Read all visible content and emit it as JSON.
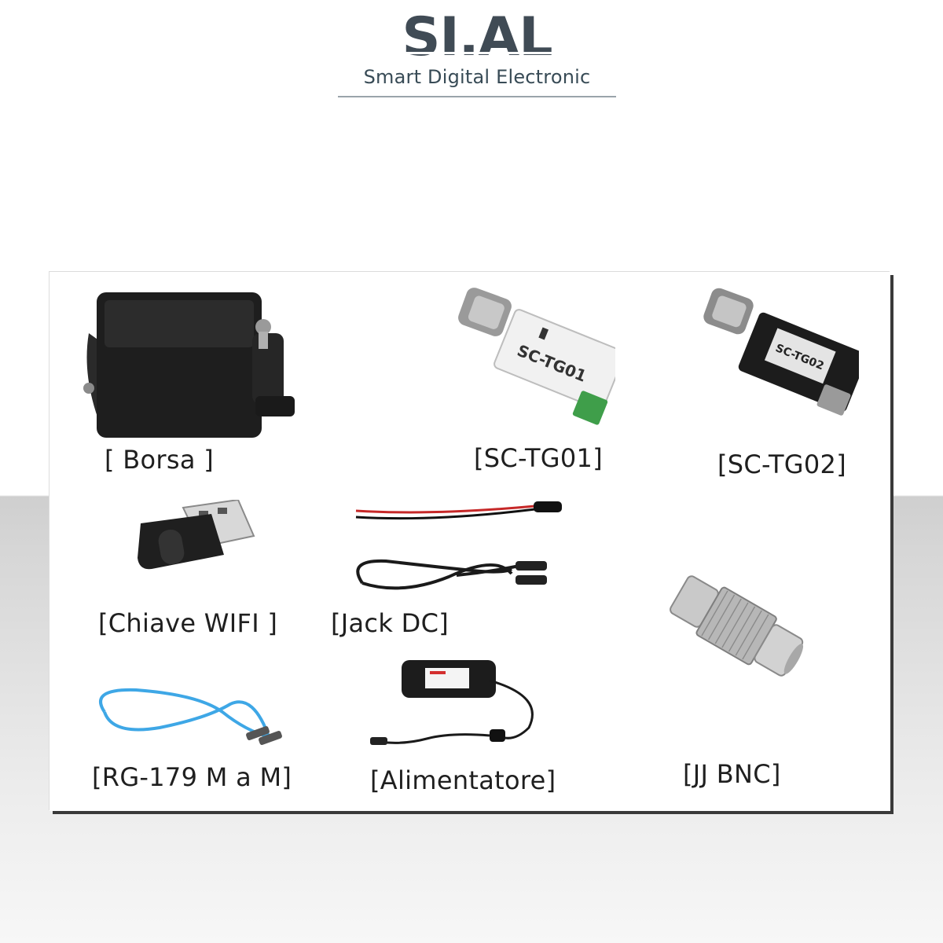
{
  "brand": {
    "name": "SI.AL",
    "tagline": "Smart Digital Electronic",
    "color_dark": "#404b55",
    "color_light": "#5d6d78"
  },
  "accessories": [
    {
      "id": "borsa",
      "label": "[ Borsa ]",
      "icon": "carry-bag-icon"
    },
    {
      "id": "sc-tg01",
      "label": "[SC-TG01]",
      "icon": "bnc-balun-white-icon",
      "device_text": [
        "SC-TG01"
      ]
    },
    {
      "id": "sc-tg02",
      "label": "[SC-TG02]",
      "icon": "bnc-balun-black-icon",
      "device_text": [
        "SC-TG02"
      ]
    },
    {
      "id": "chiave-wifi",
      "label": "[Chiave WIFI ]",
      "icon": "usb-wifi-dongle-icon"
    },
    {
      "id": "jack-dc",
      "label": "[Jack DC]",
      "icon": "dc-cables-icon"
    },
    {
      "id": "jj-bnc",
      "label": "[JJ BNC]",
      "icon": "bnc-coupler-icon"
    },
    {
      "id": "rg-179",
      "label": "[RG-179 M a M]",
      "icon": "blue-coax-cable-icon"
    },
    {
      "id": "alimentatore",
      "label": "[Alimentatore]",
      "icon": "battery-pack-icon"
    }
  ]
}
